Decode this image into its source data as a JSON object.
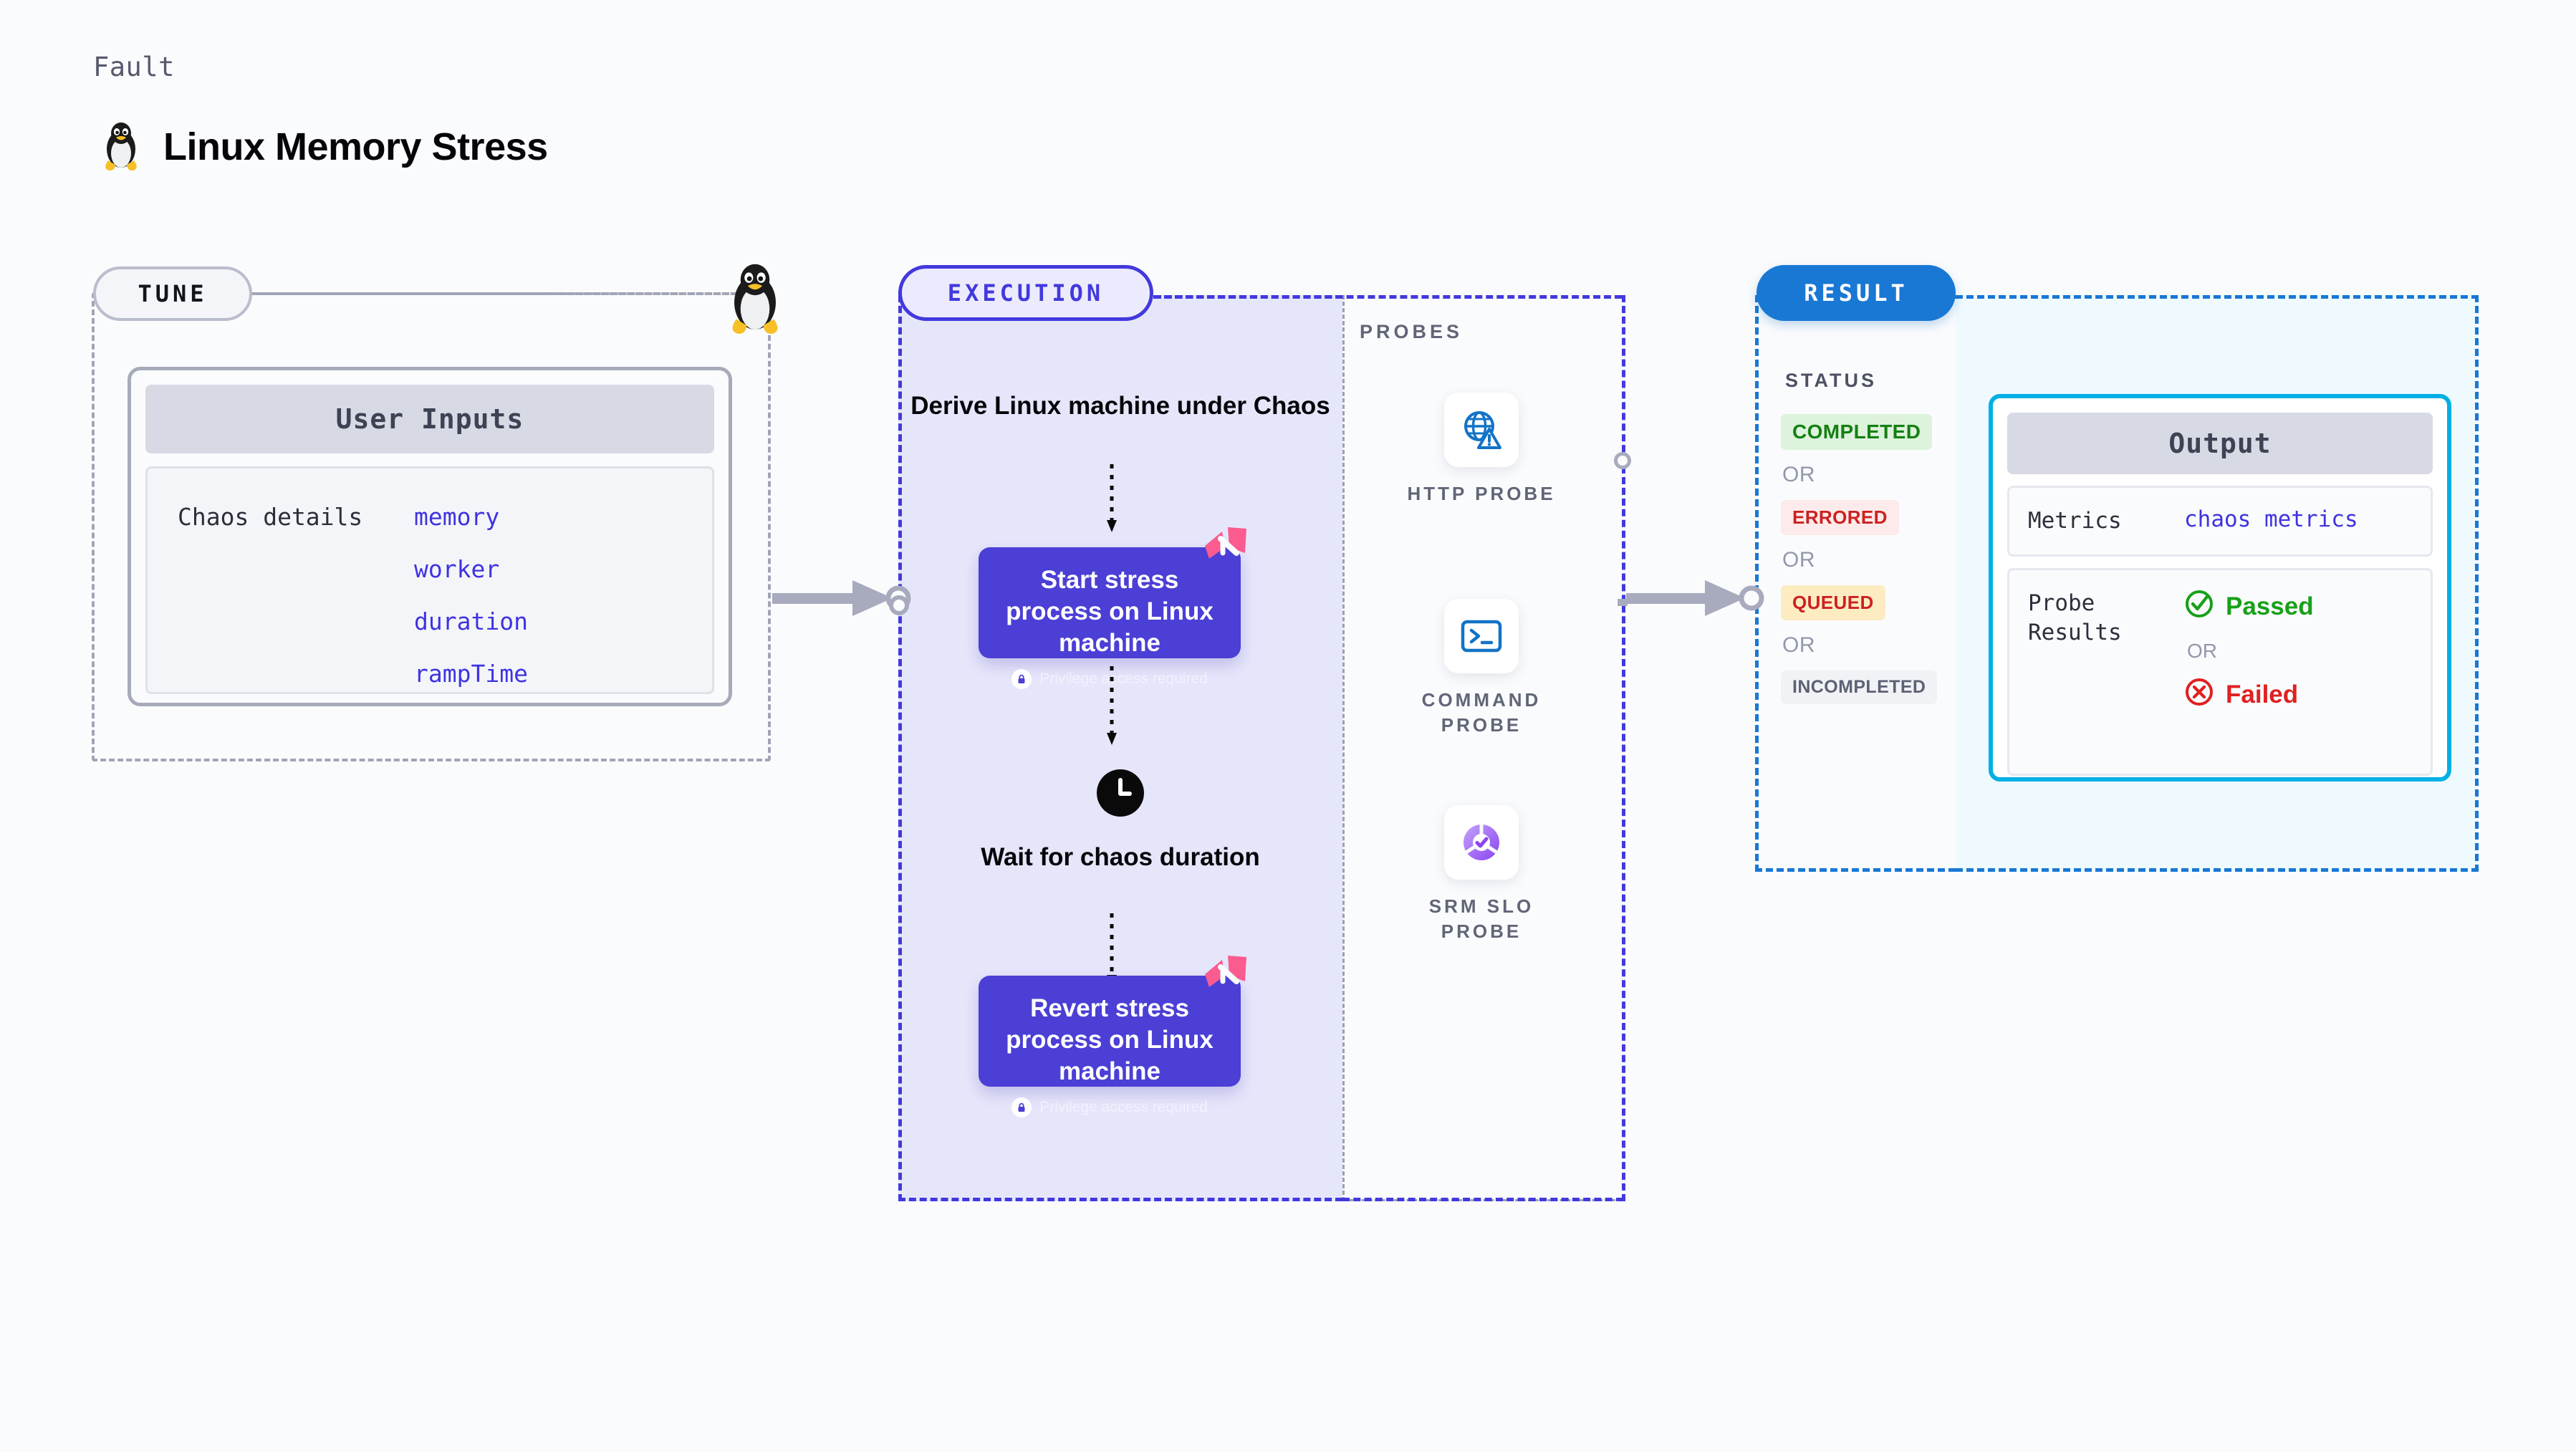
{
  "header": {
    "eyebrow": "Fault",
    "title": "Linux Memory Stress",
    "icon": "linux-penguin-icon"
  },
  "tune": {
    "pill_label": "TUNE",
    "icon": "linux-penguin-icon",
    "card": {
      "header": "User Inputs",
      "details_label": "Chaos details",
      "params": [
        "memory",
        "worker",
        "duration",
        "rampTime"
      ]
    }
  },
  "execution": {
    "pill_label": "EXECUTION",
    "nodes": {
      "derive": "Derive Linux machine under Chaos",
      "start_block": {
        "title": "Start stress process on Linux machine",
        "privilege": "Privilege access required",
        "lock_icon": "lock-icon",
        "brand_icon": "harness-logo-icon"
      },
      "wait": "Wait for chaos duration",
      "clock_icon": "clock-icon",
      "revert_block": {
        "title": "Revert stress process on Linux machine",
        "privilege": "Privilege access required",
        "lock_icon": "lock-icon",
        "brand_icon": "harness-logo-icon"
      }
    }
  },
  "probes": {
    "label": "PROBES",
    "items": [
      {
        "caption": "HTTP PROBE",
        "icon": "globe-warning-icon"
      },
      {
        "caption": "COMMAND PROBE",
        "icon": "terminal-icon"
      },
      {
        "caption": "SRM SLO PROBE",
        "icon": "slo-donut-check-icon"
      }
    ]
  },
  "result": {
    "pill_label": "RESULT",
    "status_label": "STATUS",
    "or_label": "OR",
    "statuses": [
      {
        "label": "COMPLETED",
        "fg": "#158013",
        "bg": "#ddf3dc"
      },
      {
        "label": "ERRORED",
        "fg": "#cc2121",
        "bg": "#fdeaea"
      },
      {
        "label": "QUEUED",
        "fg": "#cc2121",
        "bg": "#fdecc2"
      },
      {
        "label": "INCOMPLETED",
        "fg": "#5c6274",
        "bg": "#f1f2f6"
      }
    ]
  },
  "output": {
    "header": "Output",
    "metrics_key": "Metrics",
    "metrics_value": "chaos metrics",
    "probe_results_key": "Probe Results",
    "or_label": "OR",
    "passed": {
      "label": "Passed",
      "icon": "check-circle-icon",
      "color": "#18a019"
    },
    "failed": {
      "label": "Failed",
      "icon": "x-circle-icon",
      "color": "#e12020"
    }
  },
  "theme": {
    "canvas_bg": "#fafbfd",
    "tune_dash": "#a0a5b5",
    "execution_accent": "#4239dd",
    "execution_bg": "#e6e6fb",
    "block_purple": "#4b3fd6",
    "harness_pink": "#fa5c8f",
    "result_accent": "#1878d4",
    "output_border": "#00b0e4",
    "output_bg": "#effaff",
    "arrow_gray": "#a8aabd",
    "param_blue": "#3f33e0"
  }
}
